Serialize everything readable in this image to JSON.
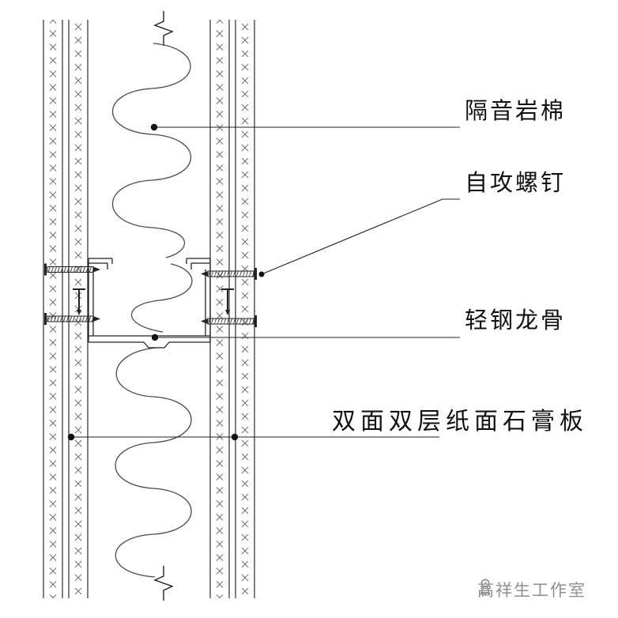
{
  "diagram": {
    "type": "construction-detail-wall-section",
    "labels": [
      {
        "id": "rock-wool",
        "text": "隔音岩棉"
      },
      {
        "id": "self-tapping-screw",
        "text": "自攻螺钉"
      },
      {
        "id": "light-steel-keel",
        "text": "轻钢龙骨"
      },
      {
        "id": "gypsum-board",
        "text": "双面双层纸面石膏板"
      }
    ],
    "colors": {
      "line": "#222222",
      "hatch": "#6e6e6e",
      "insulation": "#4a4a4a",
      "watermark": "#8f8f8f",
      "background": "#ffffff"
    }
  },
  "watermark": {
    "icon": "ribbon-icon",
    "text": "高祥生工作室"
  }
}
